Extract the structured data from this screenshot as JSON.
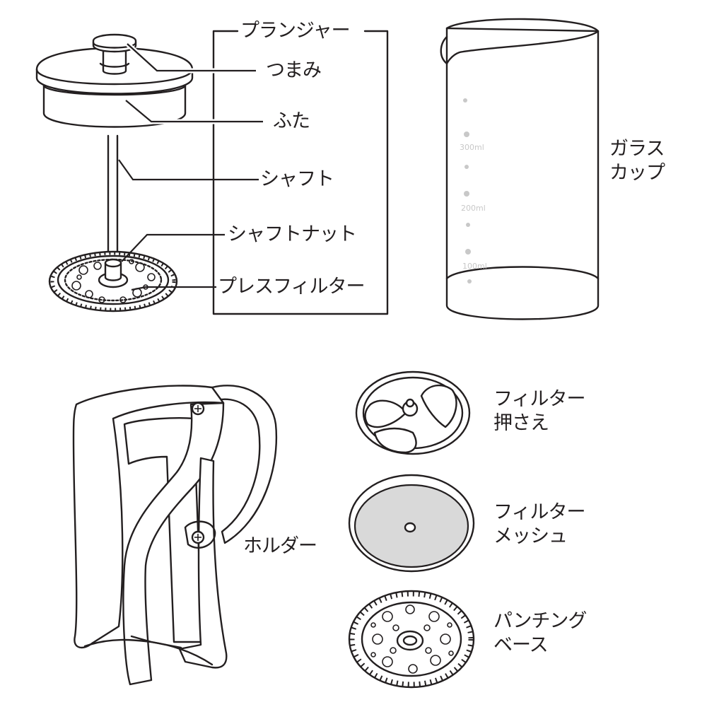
{
  "labels": {
    "plunger": "プランジャー",
    "knob": "つまみ",
    "lid": "ふた",
    "shaft": "シャフト",
    "shaft_nut": "シャフトナット",
    "press_filter": "プレスフィルター",
    "glass_cup": [
      "ガラス",
      "カップ"
    ],
    "holder": "ホルダー",
    "filter_presser": [
      "フィルター",
      "押さえ"
    ],
    "filter_mesh": [
      "フィルター",
      "メッシュ"
    ],
    "punching_base": [
      "パンチング",
      "ベース"
    ]
  },
  "cup_scale": {
    "mark_300": "300ml",
    "mark_200": "200ml",
    "mark_100": "100ml"
  },
  "colors": {
    "line": "#231f20",
    "mesh_fill": "#d9d9d9",
    "scale_marks": "#c8c8c8"
  }
}
